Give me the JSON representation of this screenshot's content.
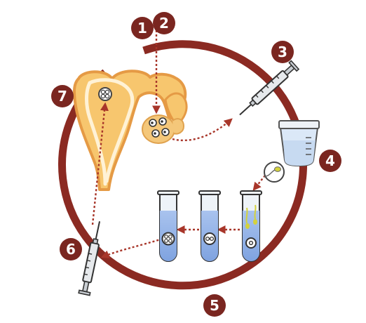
{
  "colors": {
    "ring": "#8b2a22",
    "arrow": "#a8362a",
    "badge": "#7a2620",
    "uterus_fill": "#f7c66e",
    "uterus_stroke": "#e59a45",
    "ovary": "#f4c77a",
    "tube_liquid": "#8fb0e6",
    "tube_glass": "#eef3f8",
    "syringe": "#d9dde2",
    "sperm": "#d4d23c"
  },
  "icons": [
    "uterus-icon",
    "ovary-icon",
    "syringe-icon",
    "specimen-cup-icon",
    "sperm-icon",
    "test-tube-icon",
    "embryo-icon"
  ],
  "steps": [
    {
      "id": 1,
      "label": "1"
    },
    {
      "id": 2,
      "label": "2"
    },
    {
      "id": 3,
      "label": "3"
    },
    {
      "id": 4,
      "label": "4"
    },
    {
      "id": 5,
      "label": "5"
    },
    {
      "id": 6,
      "label": "6"
    },
    {
      "id": 7,
      "label": "7"
    }
  ]
}
